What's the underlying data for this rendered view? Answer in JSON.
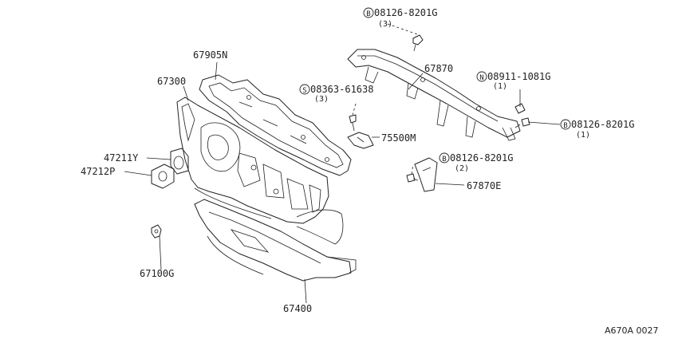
{
  "callouts": {
    "p67905n": "67905N",
    "p67300": "67300",
    "p47211y": "47211Y",
    "p47212p": "47212P",
    "p67100g": "67100G",
    "p67400": "67400",
    "p67870": "67870",
    "p75500m": "75500M",
    "p67870e": "67870E",
    "b1": {
      "prefix": "B",
      "num": "08126-8201G",
      "qty": "(3)"
    },
    "n1": {
      "prefix": "N",
      "num": "08911-1081G",
      "qty": "(1)"
    },
    "s1": {
      "prefix": "S",
      "num": "08363-61638",
      "qty": "(3)"
    },
    "b2": {
      "prefix": "B",
      "num": "08126-8201G",
      "qty": "(1)"
    },
    "b3": {
      "prefix": "B",
      "num": "08126-8201G",
      "qty": "(2)"
    }
  },
  "footer": {
    "code": "A670A 0027"
  }
}
